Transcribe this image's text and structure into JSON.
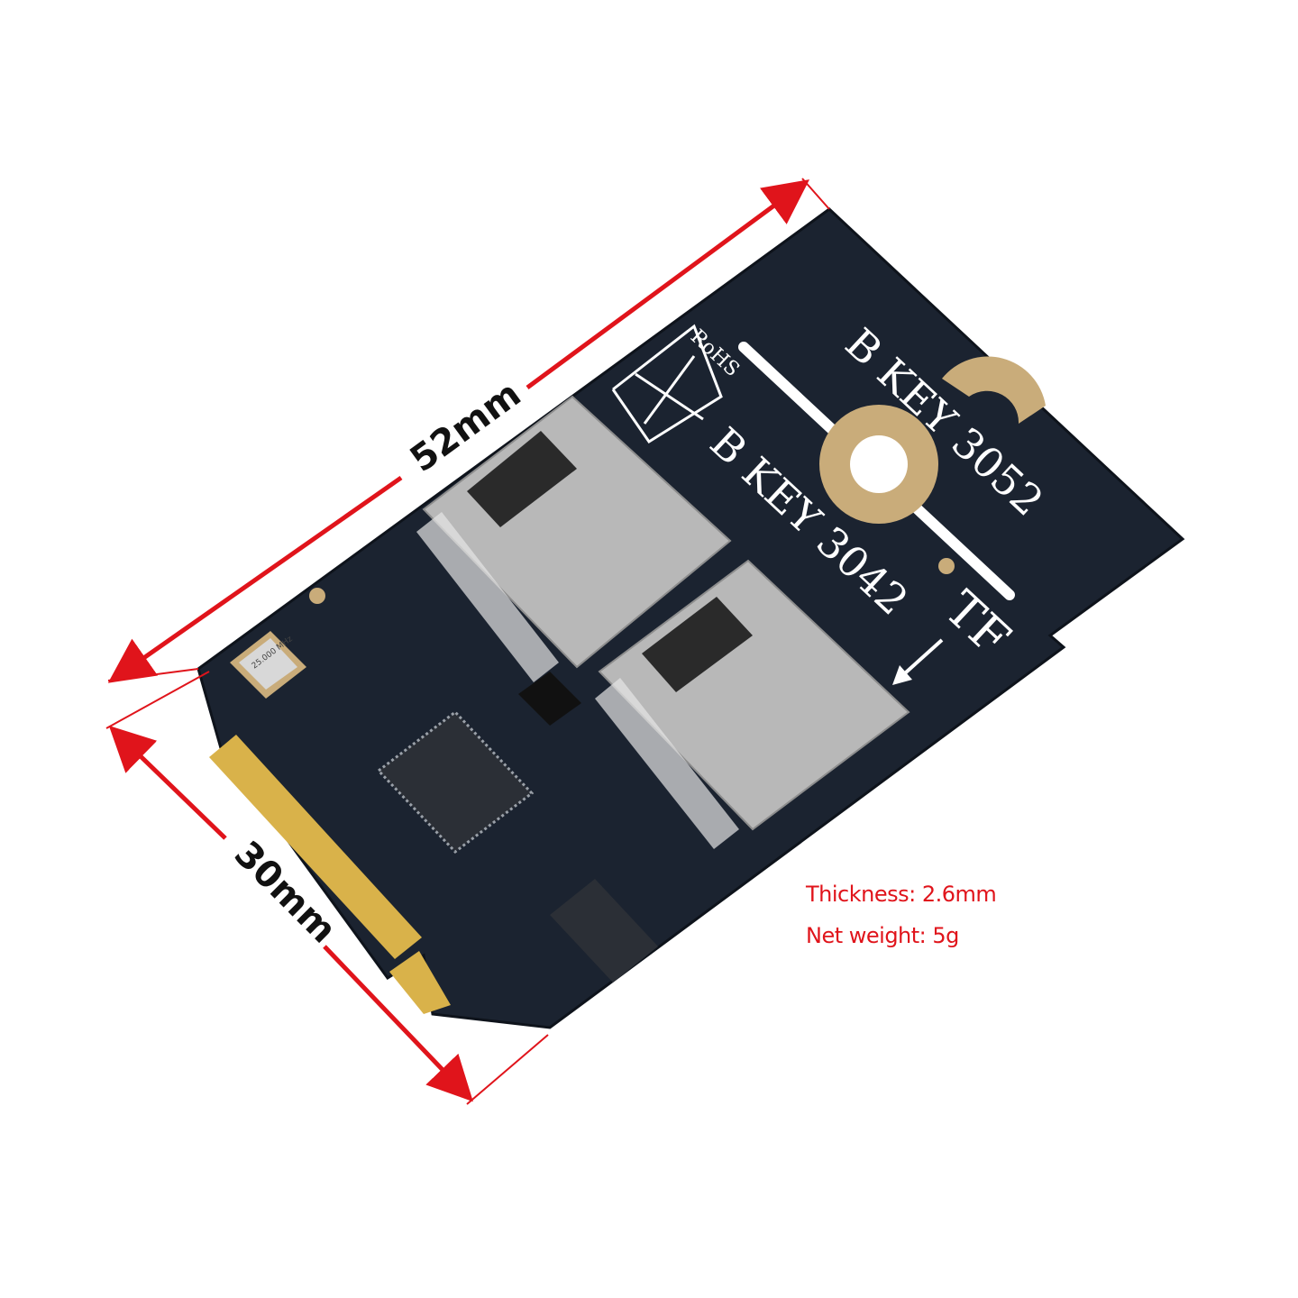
{
  "dimensions": {
    "length_label": "52mm",
    "width_label": "30mm"
  },
  "specs": {
    "thickness": "Thickness: 2.6mm",
    "weight": "Net weight: 5g"
  },
  "board_silkscreen": {
    "key_3052": "B KEY 3052",
    "key_3042": "B KEY 3042",
    "tf_label": "TF",
    "rohs": "RoHS",
    "crystal": "25.000 MHz"
  },
  "colors": {
    "pcb": "#1b2330",
    "arrow": "#e0141b",
    "gold": "#d9b24a",
    "pad": "#c9ac7a",
    "shield": "#b8b8b8",
    "text": "#e0141b"
  }
}
